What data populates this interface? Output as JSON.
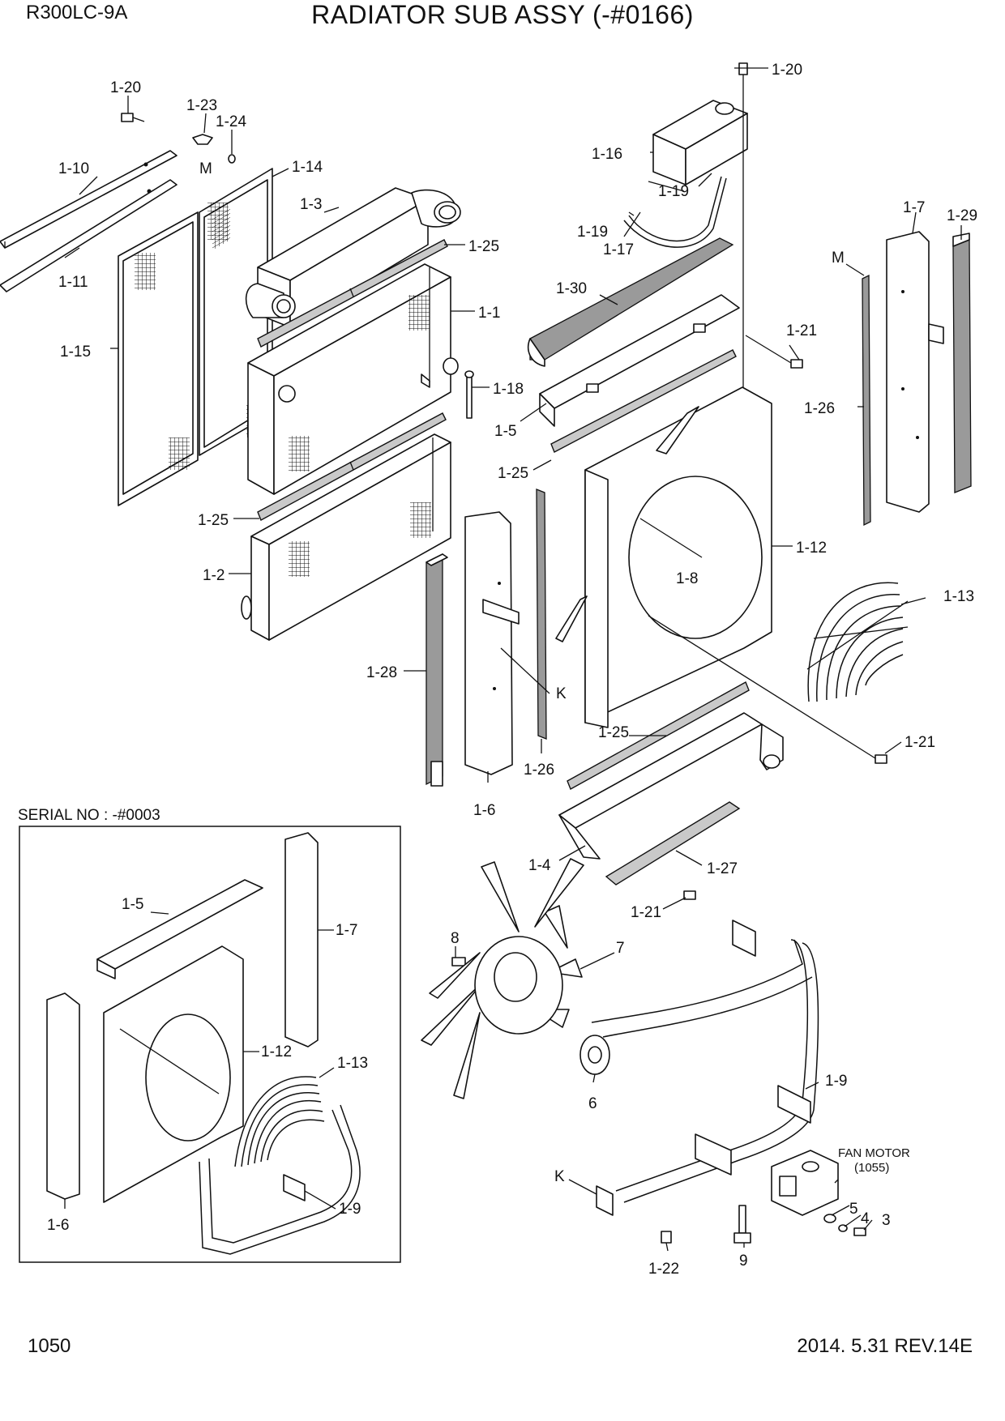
{
  "header": {
    "model": "R300LC-9A",
    "title": "RADIATOR SUB ASSY (-#0166)"
  },
  "footer": {
    "page_number": "1050",
    "revision": "2014. 5.31  REV.14E"
  },
  "inset": {
    "caption": "SERIAL NO : -#0003"
  },
  "fan_motor": {
    "label": "FAN MOTOR",
    "ref": "(1055)"
  },
  "part_labels": {
    "p1_20a": "1-20",
    "p1_20b": "1-20",
    "p1_23": "1-23",
    "p1_24": "1-24",
    "p1_10": "1-10",
    "p1_11": "1-11",
    "p1_14": "1-14",
    "p1_15": "1-15",
    "p1_3": "1-3",
    "p1_25a": "1-25",
    "p1_25b": "1-25",
    "p1_25c": "1-25",
    "p1_25d": "1-25",
    "p1_1": "1-1",
    "p1_18": "1-18",
    "p1_2": "1-2",
    "p1_28": "1-28",
    "p1_6": "1-6",
    "p1_26a": "1-26",
    "p1_26b": "1-26",
    "p1_16": "1-16",
    "p1_19a": "1-19",
    "p1_19b": "1-19",
    "p1_17": "1-17",
    "p1_30": "1-30",
    "p1_5": "1-5",
    "p1_21a": "1-21",
    "p1_21b": "1-21",
    "p1_21c": "1-21",
    "p1_7": "1-7",
    "p1_29": "1-29",
    "p1_12": "1-12",
    "p1_8": "1-8",
    "p1_13": "1-13",
    "p1_4": "1-4",
    "p1_27": "1-27",
    "mA": "M",
    "mB": "M",
    "kA": "K",
    "kB": "K",
    "p8": "8",
    "p7": "7",
    "p6": "6",
    "p1_9": "1-9",
    "p5": "5",
    "p4": "4",
    "p3": "3",
    "p9": "9",
    "p1_22": "1-22",
    "in1_5": "1-5",
    "in1_7": "1-7",
    "in1_12": "1-12",
    "in1_13": "1-13",
    "in1_6": "1-6",
    "in1_9": "1-9"
  }
}
